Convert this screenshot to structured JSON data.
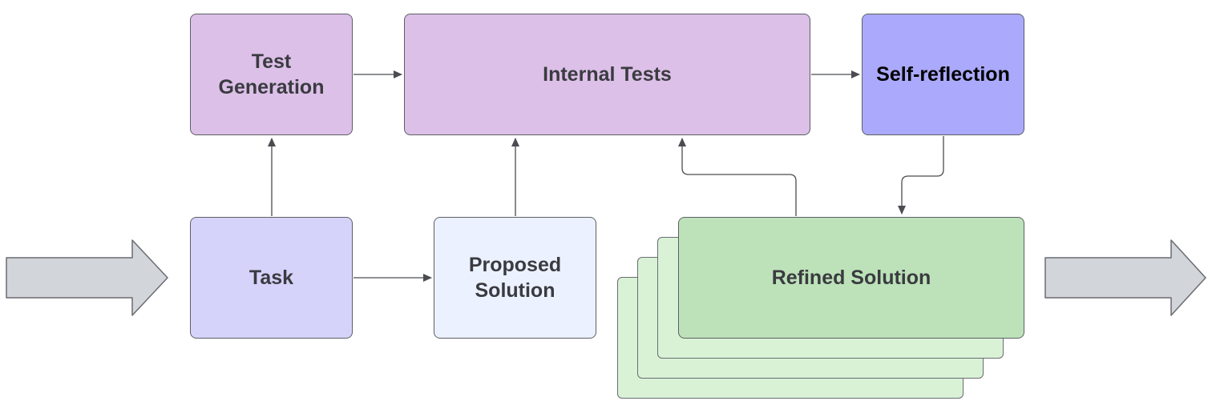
{
  "diagram": {
    "nodes": {
      "test_generation": "Test\nGeneration",
      "internal_tests": "Internal Tests",
      "self_reflection": "Self-reflection",
      "task": "Task",
      "proposed_solution": "Proposed\nSolution",
      "refined_solution": "Refined Solution"
    },
    "colors": {
      "test_generation": "#dcc0e8",
      "internal_tests": "#dcc0e8",
      "self_reflection": "#aaa9fb",
      "task": "#d6d3fa",
      "proposed_solution": "#ebf1fe",
      "refined_solution": "#bde2b9",
      "refined_solution_stack": "#d9f2d6",
      "big_arrow": "#d2d5da",
      "connector": "#4a4c52"
    },
    "edges": [
      {
        "from": "task",
        "to": "test_generation"
      },
      {
        "from": "task",
        "to": "proposed_solution"
      },
      {
        "from": "test_generation",
        "to": "internal_tests"
      },
      {
        "from": "proposed_solution",
        "to": "internal_tests"
      },
      {
        "from": "internal_tests",
        "to": "self_reflection"
      },
      {
        "from": "self_reflection",
        "to": "refined_solution"
      },
      {
        "from": "refined_solution",
        "to": "internal_tests"
      }
    ]
  }
}
